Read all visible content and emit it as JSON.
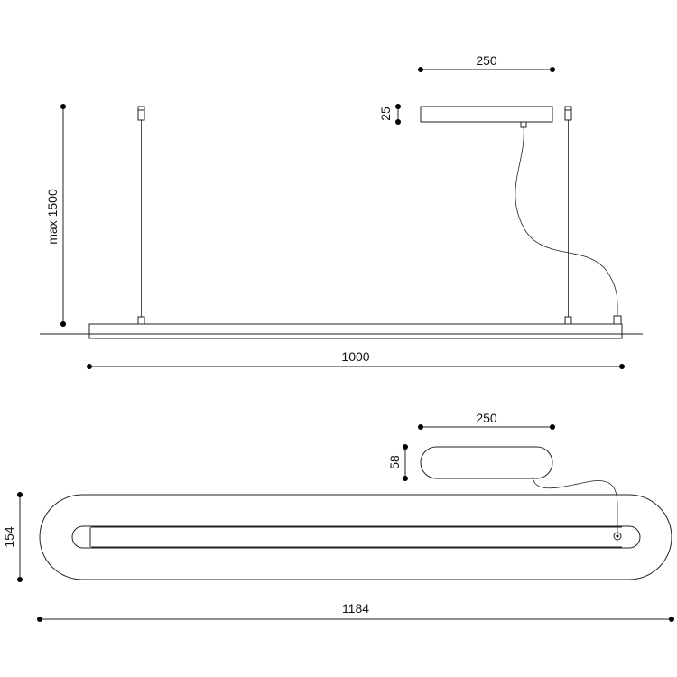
{
  "dimensions": {
    "side_canopy_width": "250",
    "side_canopy_height": "25",
    "side_max_height": "max 1500",
    "side_length": "1000",
    "top_canopy_width": "250",
    "top_canopy_height": "58",
    "top_width": "154",
    "top_length": "1184"
  },
  "colors": {
    "line": "#222222",
    "dot": "#000000"
  }
}
